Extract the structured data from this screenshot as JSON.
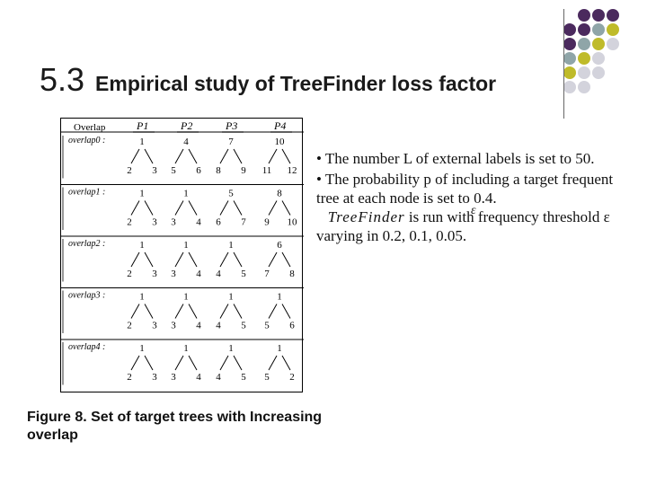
{
  "title": {
    "number": "5.3",
    "text": "Empirical study of TreeFinder loss factor"
  },
  "palette": [
    "#4b2a5e",
    "#8fa5a8",
    "#bfbb2a",
    "#d3d3dc"
  ],
  "figure": {
    "header": {
      "corner": "Overlap",
      "patterns": [
        "P1",
        "P2",
        "P3",
        "P4"
      ]
    },
    "rows": [
      {
        "label": "overlap0 :",
        "trees": [
          [
            "1",
            "2",
            "3"
          ],
          [
            "4",
            "5",
            "6"
          ],
          [
            "7",
            "8",
            "9"
          ],
          [
            "10",
            "11",
            "12"
          ]
        ]
      },
      {
        "label": "overlap1 :",
        "trees": [
          [
            "1",
            "2",
            "3"
          ],
          [
            "1",
            "3",
            "4"
          ],
          [
            "5",
            "6",
            "7"
          ],
          [
            "8",
            "9",
            "10"
          ]
        ]
      },
      {
        "label": "overlap2 :",
        "trees": [
          [
            "1",
            "2",
            "3"
          ],
          [
            "1",
            "3",
            "4"
          ],
          [
            "1",
            "4",
            "5"
          ],
          [
            "6",
            "7",
            "8"
          ]
        ]
      },
      {
        "label": "overlap3 :",
        "trees": [
          [
            "1",
            "2",
            "3"
          ],
          [
            "1",
            "3",
            "4"
          ],
          [
            "1",
            "4",
            "5"
          ],
          [
            "1",
            "5",
            "6"
          ]
        ]
      },
      {
        "label": "overlap4 :",
        "trees": [
          [
            "1",
            "2",
            "3"
          ],
          [
            "1",
            "3",
            "4"
          ],
          [
            "1",
            "4",
            "5"
          ],
          [
            "1",
            "5",
            "2"
          ]
        ]
      }
    ]
  },
  "caption": "Figure 8. Set of target trees with Increasing overlap",
  "bullets": {
    "b1": "• The number L of external labels is set to 50.",
    "b2": "• The probability p of including a target frequent tree at each node is set to 0.4.",
    "b3_name": "TreeFinder",
    "b3_rest": " is run with frequency threshold ε varying in 0.2,  0.1, 0.05.",
    "glyph": "ε"
  }
}
